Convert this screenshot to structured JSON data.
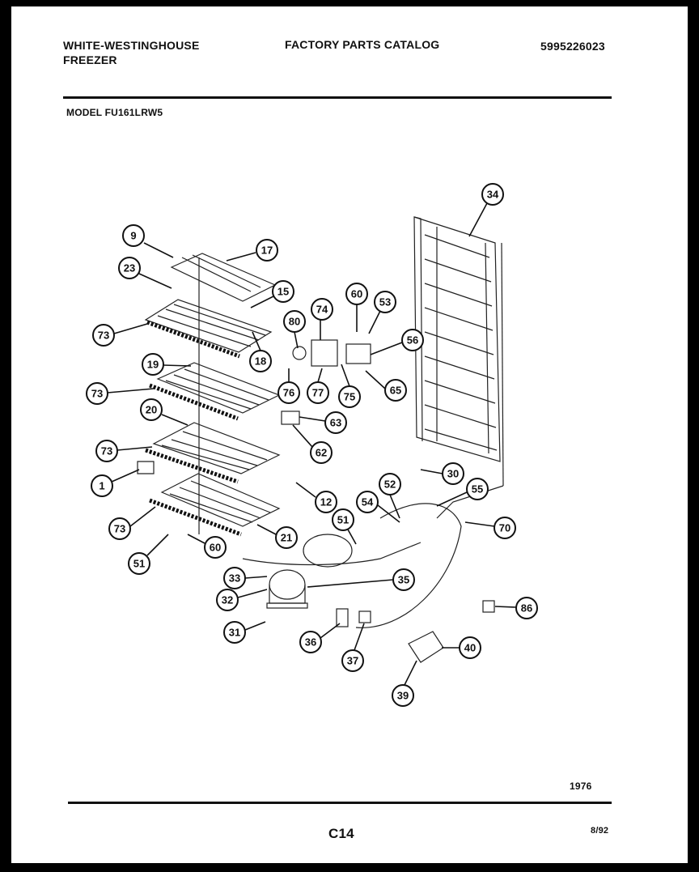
{
  "header": {
    "brand_line1": "WHITE-WESTINGHOUSE",
    "brand_line2": "FREEZER",
    "catalog_title": "FACTORY PARTS CATALOG",
    "catalog_number": "5995226023",
    "model_label": "MODEL FU161LRW5"
  },
  "footer": {
    "drawing_number": "1976",
    "page_code": "C14",
    "date": "8/92"
  },
  "callouts": [
    "9",
    "17",
    "23",
    "15",
    "73",
    "18",
    "19",
    "73",
    "20",
    "73",
    "1",
    "73",
    "51",
    "21",
    "12",
    "60",
    "80",
    "74",
    "76",
    "77",
    "75",
    "60",
    "53",
    "56",
    "65",
    "63",
    "62",
    "34",
    "30",
    "52",
    "54",
    "55",
    "51",
    "70",
    "33",
    "32",
    "35",
    "31",
    "36",
    "37",
    "86",
    "40",
    "39"
  ]
}
